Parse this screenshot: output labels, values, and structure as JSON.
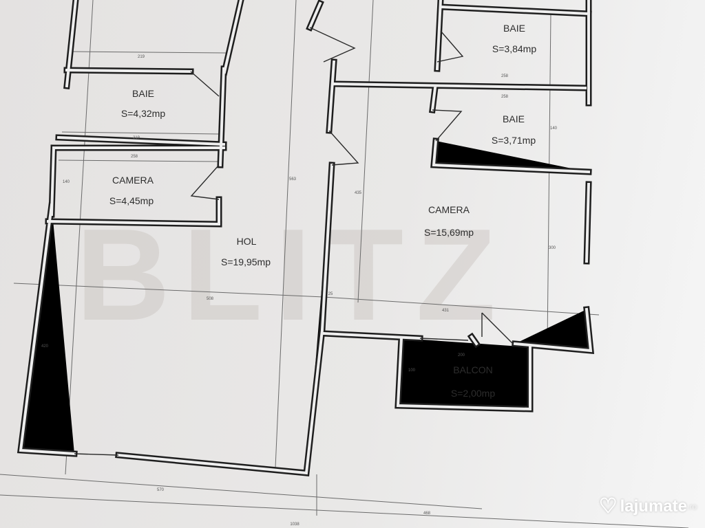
{
  "watermark": "BLITZ",
  "logo": {
    "name": "lajumate",
    "tld": ".ro"
  },
  "rooms": [
    {
      "name": "BAIE",
      "area": "S=4,32mp"
    },
    {
      "name": "CAMERA",
      "area": "S=4,45mp"
    },
    {
      "name": "HOL",
      "area": "S=19,95mp"
    },
    {
      "name": "BAIE",
      "area": "S=3,84mp"
    },
    {
      "name": "BAIE",
      "area": "S=3,71mp"
    },
    {
      "name": "CAMERA",
      "area": "S=15,69mp"
    },
    {
      "name": "BALCON",
      "area": "S=2,00mp"
    }
  ],
  "dimensions": [
    "219",
    "219",
    "258",
    "140",
    "563",
    "435",
    "508",
    "25",
    "431",
    "200",
    "100",
    "420",
    "258",
    "258",
    "140",
    "300",
    "570",
    "468",
    "1038"
  ]
}
